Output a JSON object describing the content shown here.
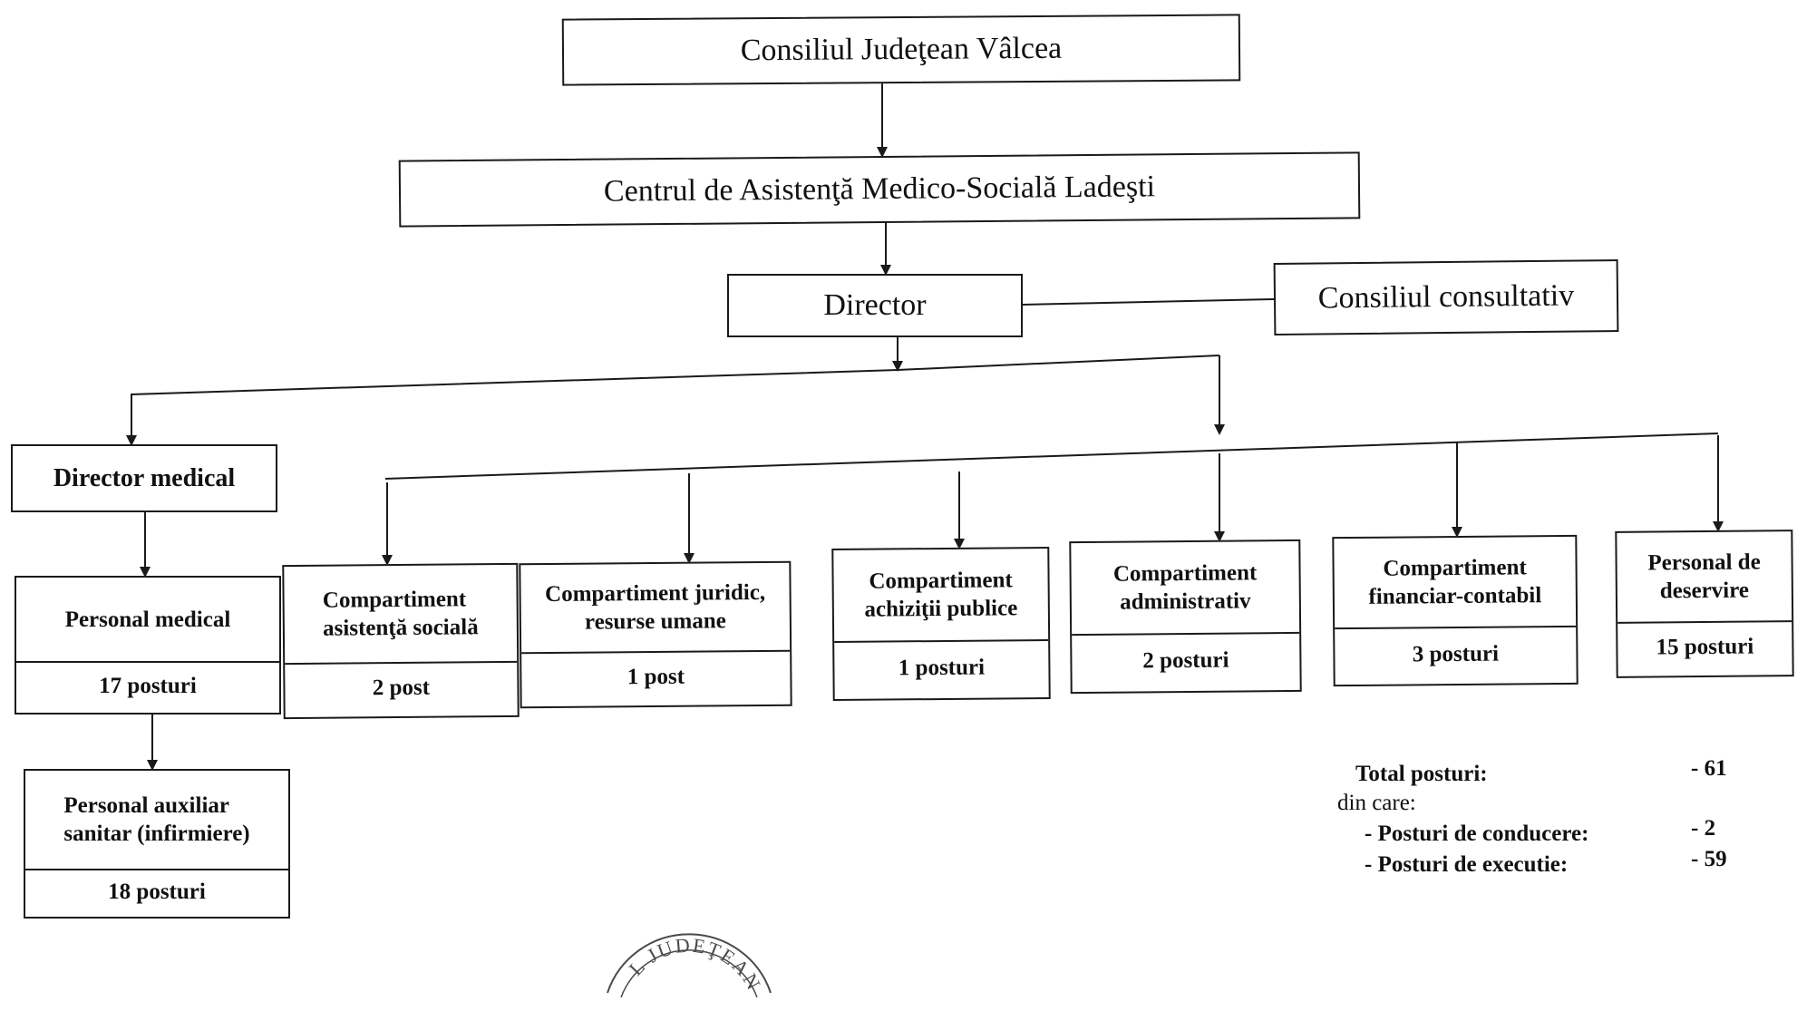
{
  "org_chart": {
    "top": "Consiliul Judeţean Vâlcea",
    "center": "Centrul de Asistenţă Medico-Socială Ladeşti",
    "director": "Director",
    "advisory": "Consiliul consultativ",
    "director_medical": "Director medical",
    "medical_staff": {
      "title": "Personal medical",
      "posts": "17 posturi"
    },
    "auxiliary_staff": {
      "title": [
        "Personal auxiliar",
        "sanitar (infirmiere)"
      ],
      "posts": "18 posturi"
    },
    "departments": [
      {
        "title": [
          "Compartiment",
          "asistenţă socială"
        ],
        "posts": "2 post"
      },
      {
        "title": [
          "Compartiment juridic,",
          "resurse umane"
        ],
        "posts": "1 post"
      },
      {
        "title": [
          "Compartiment",
          "achiziţii publice"
        ],
        "posts": "1 posturi"
      },
      {
        "title": [
          "Compartiment",
          "administrativ"
        ],
        "posts": "2 posturi"
      },
      {
        "title": [
          "Compartiment",
          "financiar-contabil"
        ],
        "posts": "3 posturi"
      },
      {
        "title": [
          "Personal de",
          "deservire"
        ],
        "posts": "15 posturi"
      }
    ]
  },
  "totals": {
    "total_label": "Total posturi:",
    "total_value": "- 61",
    "din_care": "din care:",
    "management_label": "- Posturi de conducere:",
    "management_value": "- 2",
    "execution_label": "- Posturi de executie:",
    "execution_value": "- 59"
  },
  "stamp_text": "JUDEŢEAN"
}
